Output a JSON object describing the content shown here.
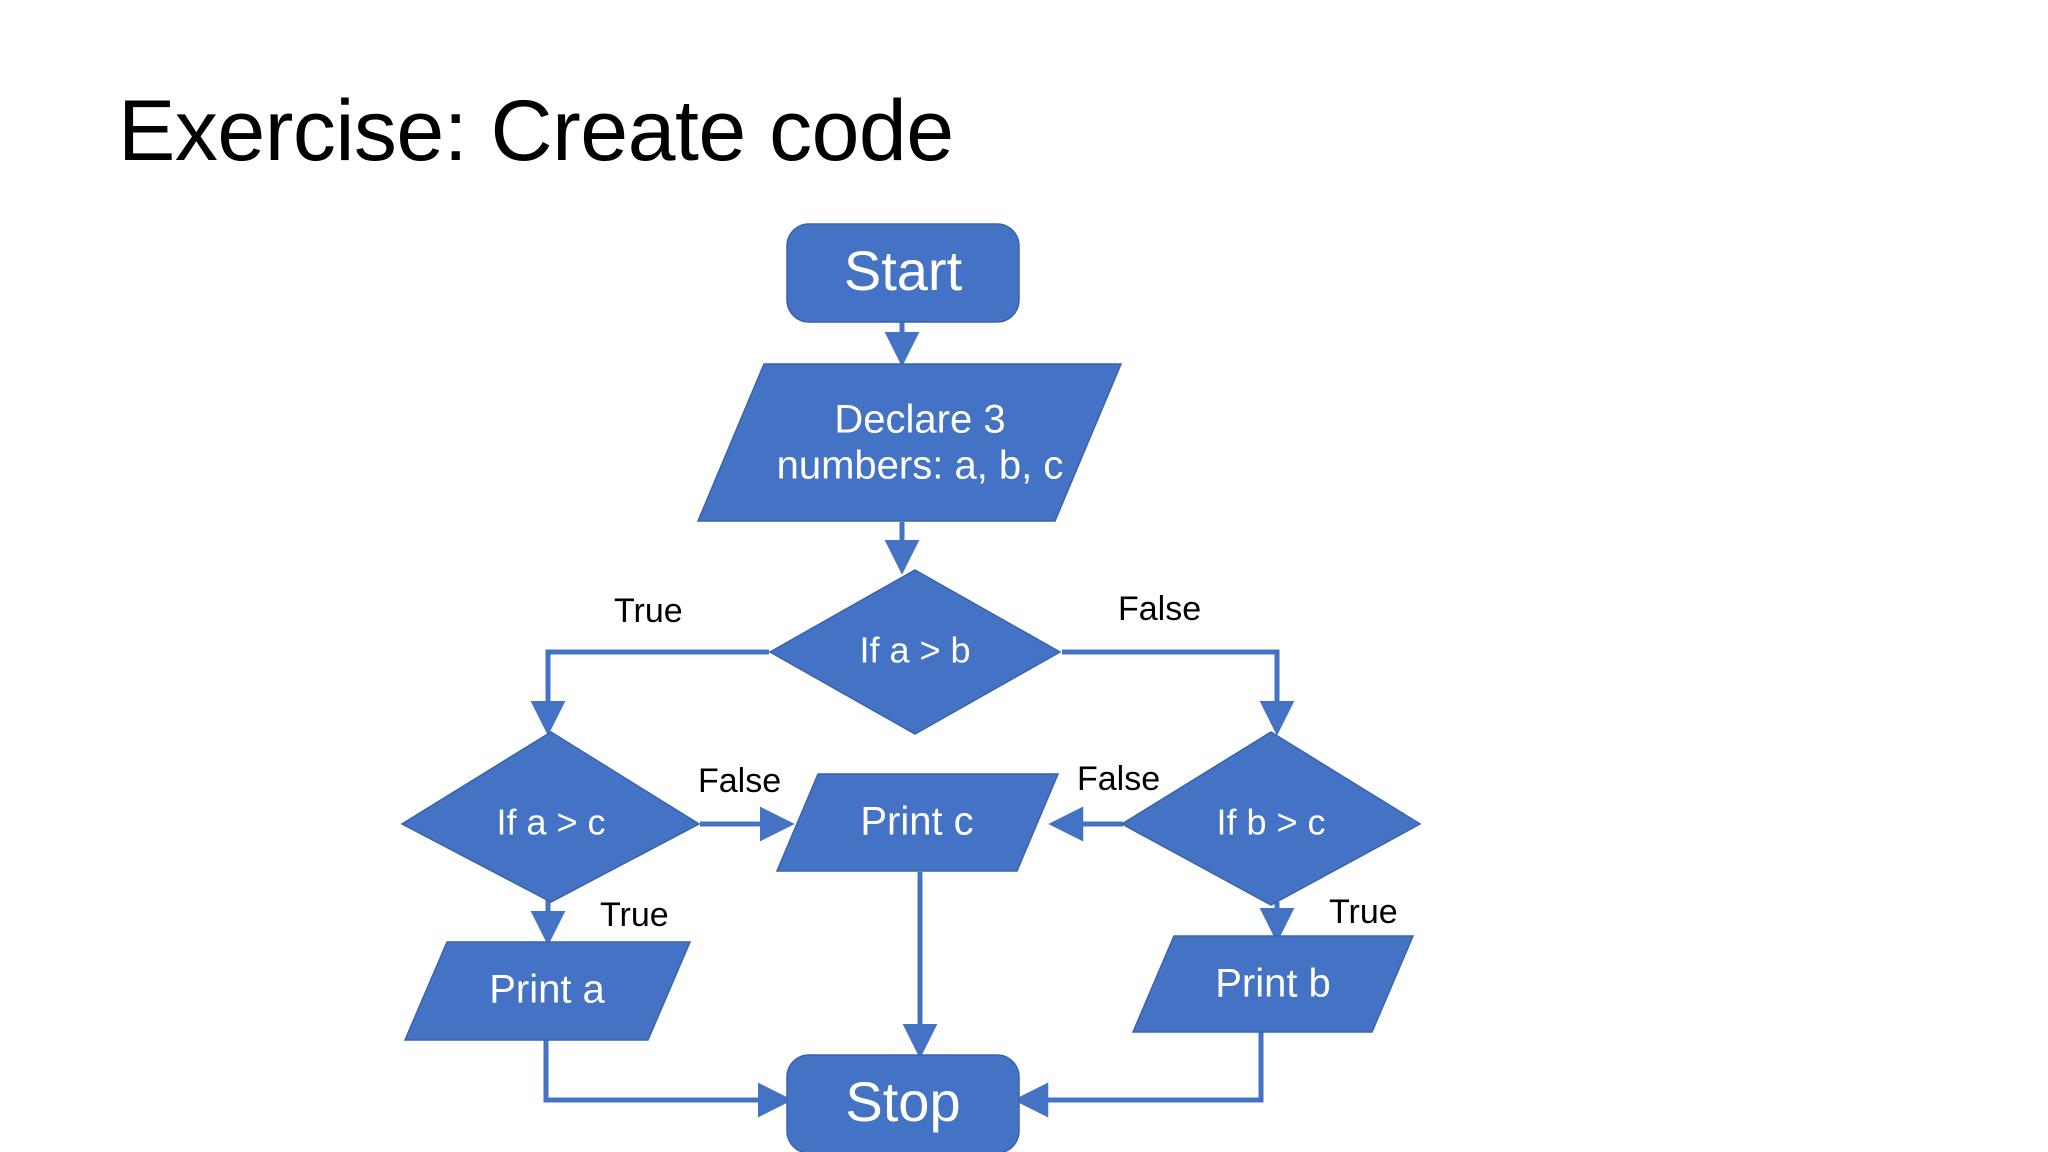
{
  "slide": {
    "title": "Exercise: Create code",
    "background_color": "#FFFFFF"
  },
  "theme": {
    "shape_fill": "#4472C4",
    "shape_stroke": "#3A63AB",
    "shape_text_color": "#FFFFFF",
    "connector_color": "#4472C4",
    "edge_label_color": "#000000"
  },
  "flowchart": {
    "nodes": {
      "start": {
        "label": "Start",
        "type": "terminator"
      },
      "declare": {
        "label": "Declare 3",
        "label_line2": "numbers: a, b, c",
        "type": "input-output"
      },
      "if_a_gt_b": {
        "label": "If a > b",
        "type": "decision"
      },
      "if_a_gt_c": {
        "label": "If a > c",
        "type": "decision"
      },
      "if_b_gt_c": {
        "label": "If b > c",
        "type": "decision"
      },
      "print_c": {
        "label": "Print c",
        "type": "input-output"
      },
      "print_a": {
        "label": "Print a",
        "type": "input-output"
      },
      "print_b": {
        "label": "Print b",
        "type": "input-output"
      },
      "stop": {
        "label": "Stop",
        "type": "terminator"
      }
    },
    "edge_labels": {
      "ab_true": "True",
      "ab_false": "False",
      "ac_false": "False",
      "ac_true": "True",
      "bc_false": "False",
      "bc_true": "True"
    }
  }
}
